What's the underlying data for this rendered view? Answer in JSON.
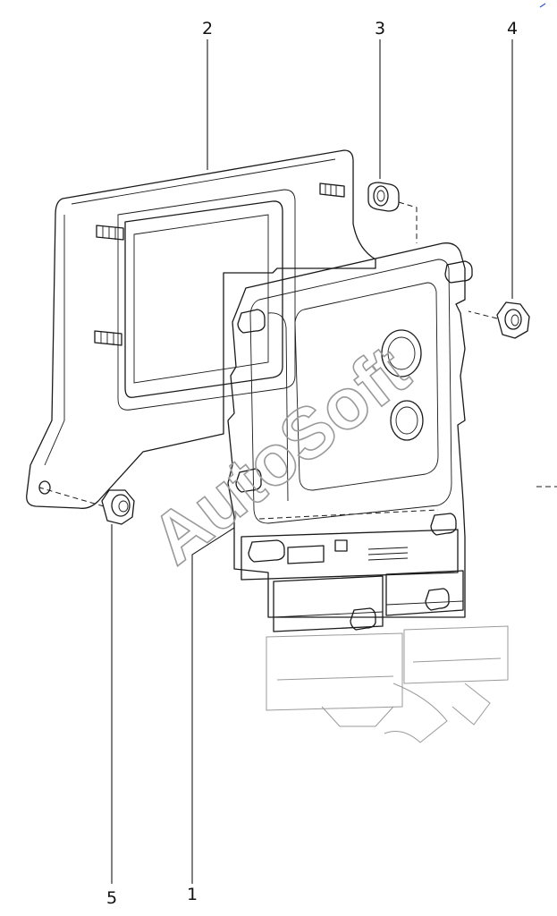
{
  "diagram": {
    "callouts": [
      {
        "id": "1",
        "label": "1"
      },
      {
        "id": "2",
        "label": "2"
      },
      {
        "id": "3",
        "label": "3"
      },
      {
        "id": "4",
        "label": "4"
      },
      {
        "id": "5",
        "label": "5"
      }
    ],
    "watermark": "AutoSoft",
    "colors": {
      "line": "#1a1a1a",
      "ghost": "#9a9a9a",
      "background": "#ffffff"
    }
  }
}
